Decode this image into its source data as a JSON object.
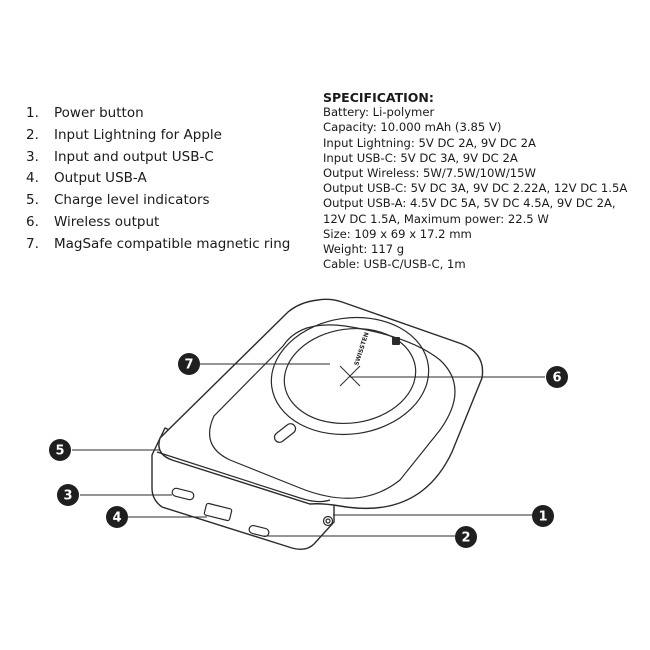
{
  "legend": [
    {
      "num": "1.",
      "label": "Power button"
    },
    {
      "num": "2.",
      "label": "Input Lightning for Apple"
    },
    {
      "num": "3.",
      "label": "Input and output USB-C"
    },
    {
      "num": "4.",
      "label": "Output USB-A"
    },
    {
      "num": "5.",
      "label": "Charge level indicators"
    },
    {
      "num": "6.",
      "label": "Wireless output"
    },
    {
      "num": "7.",
      "label": "MagSafe compatible magnetic ring"
    }
  ],
  "spec": {
    "title": "SPECIFICATION:",
    "lines": [
      "Battery: Li-polymer",
      "Capacity: 10.000 mAh (3.85 V)",
      "Input Lightning: 5V DC 2A, 9V DC 2A",
      "Input USB-C: 5V DC 3A, 9V DC 2A",
      "Output Wireless: 5W/7.5W/10W/15W",
      "Output USB-C: 5V DC 3A, 9V DC 2.22A, 12V DC 1.5A",
      "Output USB-A: 4.5V DC 5A, 5V DC 4.5A, 9V DC 2A,",
      "12V DC 1.5A, Maximum power: 22.5 W",
      "Size: 109 x 69 x 17.2 mm",
      "Weight: 117 g",
      "Cable: USB-C/USB-C, 1m"
    ]
  },
  "brand": "SWISSTEN",
  "callouts": [
    "1",
    "2",
    "3",
    "4",
    "5",
    "6",
    "7"
  ]
}
